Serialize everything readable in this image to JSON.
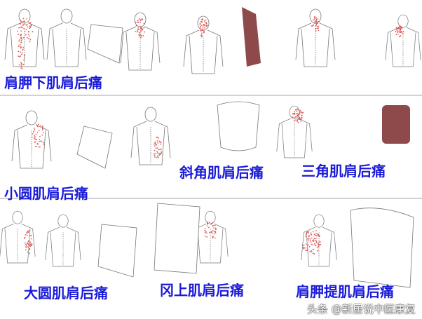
{
  "labels": {
    "subscapularis": "肩胛下肌肩后痛",
    "scalene": "斜角肌肩后痛",
    "deltoid": "三角肌肩后痛",
    "teres_minor": "小圆肌肩后痛",
    "teres_major": "大圆肌肩后痛",
    "supraspinatus": "冈上肌肩后痛",
    "levator_scapulae": "肩胛提肌肩后痛"
  },
  "watermark": "头条 @新居说中医康复",
  "colors": {
    "label": "#1a1ad8",
    "pain": "#d42a2a"
  }
}
